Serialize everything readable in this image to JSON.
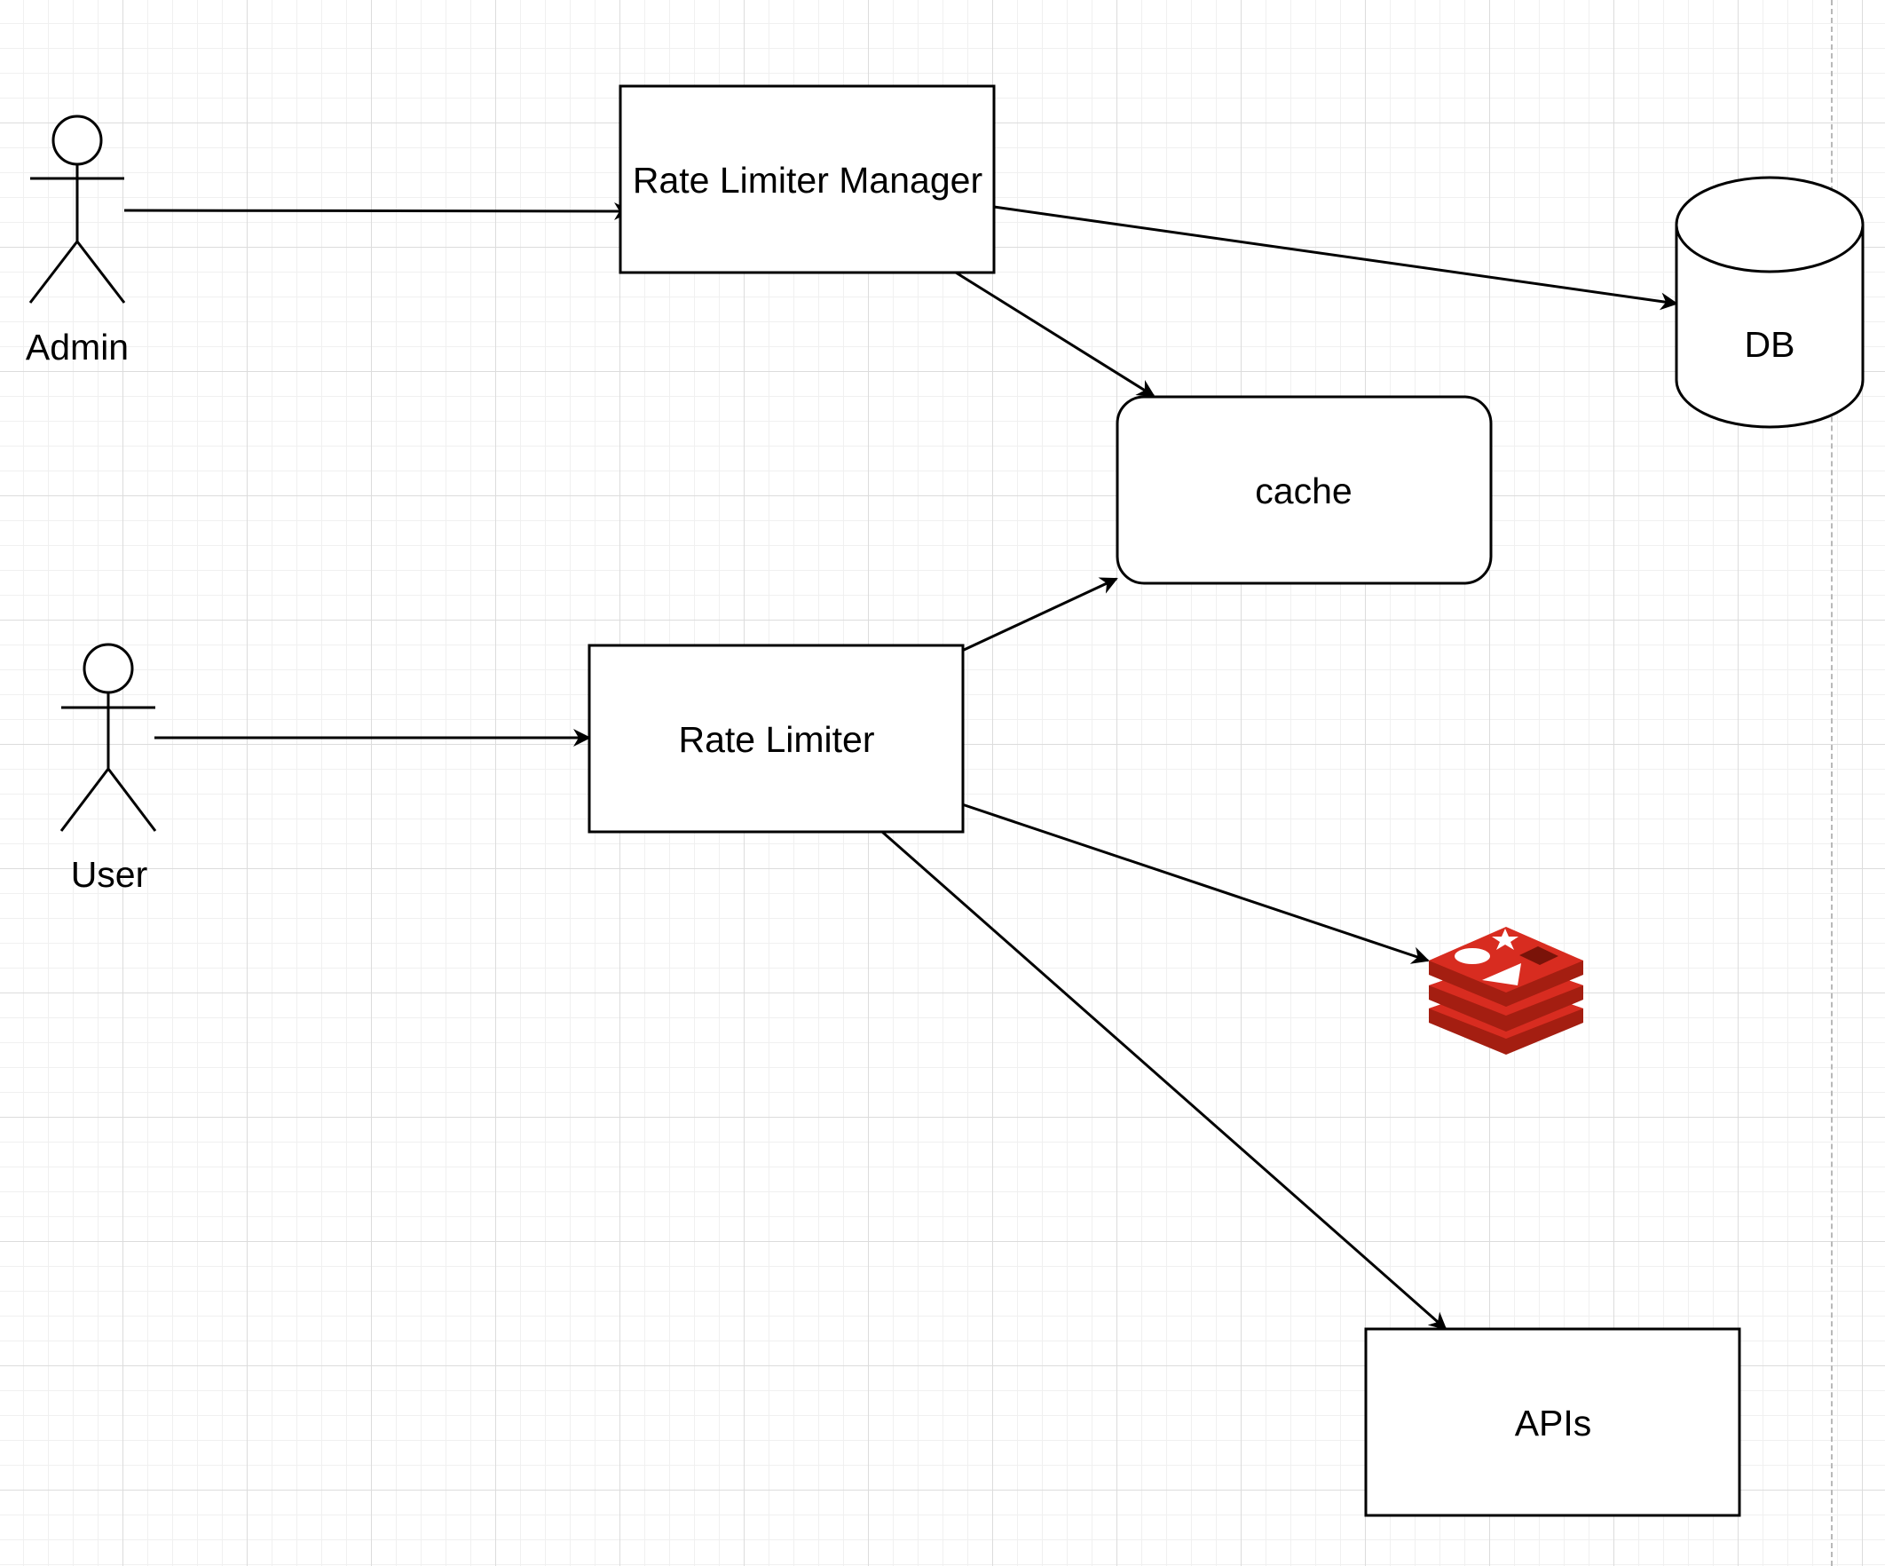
{
  "colors": {
    "stroke": "#000000",
    "fill": "#ffffff",
    "redis_dark": "#a41e11",
    "redis_mid": "#d82c20",
    "redis_light": "#ffffff"
  },
  "actors": {
    "admin": {
      "label": "Admin",
      "icon": "stick-figure-icon"
    },
    "user": {
      "label": "User",
      "icon": "stick-figure-icon"
    }
  },
  "nodes": {
    "rate_limiter_manager": {
      "label": "Rate Limiter Manager",
      "shape": "rectangle"
    },
    "db": {
      "label": "DB",
      "shape": "cylinder"
    },
    "cache": {
      "label": "cache",
      "shape": "rounded-rectangle"
    },
    "rate_limiter": {
      "label": "Rate Limiter",
      "shape": "rectangle"
    },
    "redis": {
      "label": "",
      "icon": "redis-icon"
    },
    "apis": {
      "label": "APIs",
      "shape": "rectangle"
    }
  },
  "edges": [
    {
      "from": "admin",
      "to": "rate_limiter_manager"
    },
    {
      "from": "rate_limiter_manager",
      "to": "db"
    },
    {
      "from": "rate_limiter_manager",
      "to": "cache"
    },
    {
      "from": "user",
      "to": "rate_limiter"
    },
    {
      "from": "rate_limiter",
      "to": "cache"
    },
    {
      "from": "rate_limiter",
      "to": "redis"
    },
    {
      "from": "rate_limiter",
      "to": "apis"
    }
  ]
}
